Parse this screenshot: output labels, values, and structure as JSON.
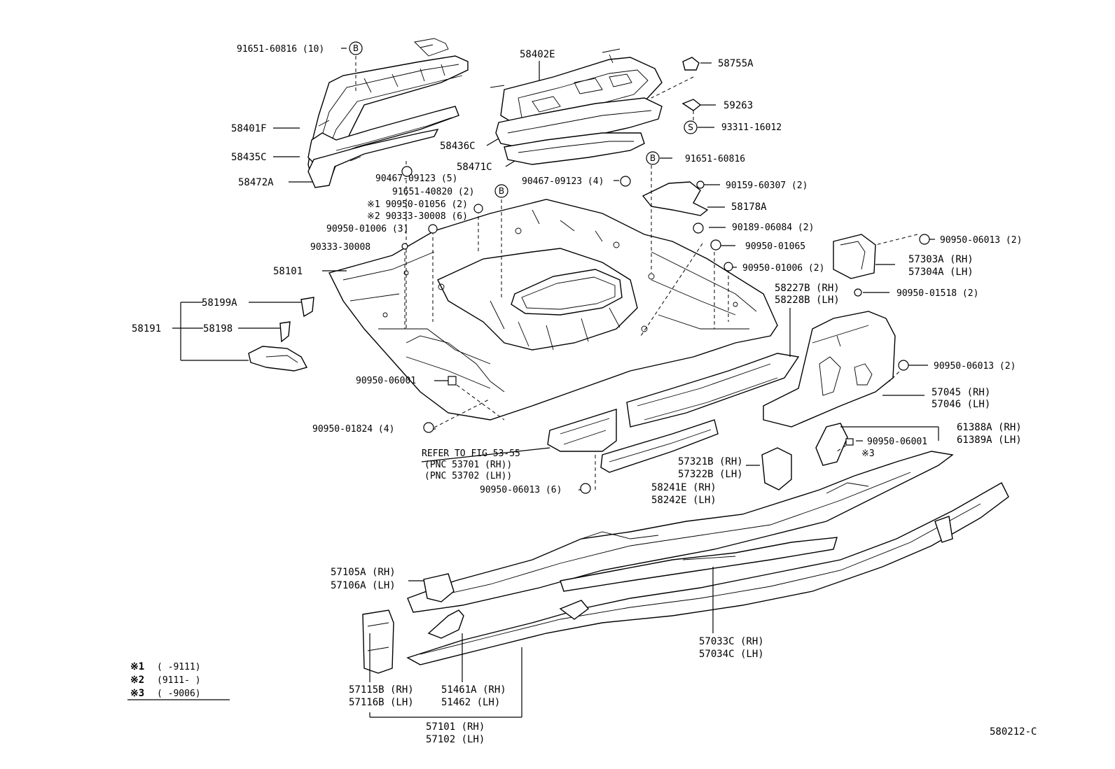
{
  "diagram_code": "580212-C",
  "symbols": {
    "b": "B",
    "s": "S"
  },
  "labels": {
    "c_91651_60816_10": "91651-60816 (10)",
    "c_58401F": "58401F",
    "c_58435C": "58435C",
    "c_58472A": "58472A",
    "c_90467_09123_5": "90467-09123 (5)",
    "c_91651_40820_2": "91651-40820 (2)",
    "c_90950_01056_2": "※1 90950-01056 (2)",
    "c_90333_30008_6": "※2 90333-30008 (6)",
    "c_90950_01006_3": "90950-01006 (3)",
    "c_90333_30008": "90333-30008",
    "c_58101": "58101",
    "c_58199A": "58199A",
    "c_58191": "58191",
    "c_58198": "58198",
    "c_58402E": "58402E",
    "c_58436C": "58436C",
    "c_58471C": "58471C",
    "c_90467_09123_4": "90467-09123 (4)",
    "c_58755A": "58755A",
    "c_59263": "59263",
    "c_93311_16012": "93311-16012",
    "c_91651_60816": "91651-60816",
    "c_90159_60307_2": "90159-60307 (2)",
    "c_58178A": "58178A",
    "c_90189_06084_2": "90189-06084 (2)",
    "c_90950_01065": "90950-01065",
    "c_90950_01006_2": "90950-01006 (2)",
    "c_90950_06013_2a": "90950-06013 (2)",
    "c_57303A": "57303A (RH)",
    "c_57304A": "57304A (LH)",
    "c_58227B": "58227B (RH)",
    "c_58228B": "58228B (LH)",
    "c_90950_01518_2": "90950-01518 (2)",
    "c_90950_06013_2b": "90950-06013 (2)",
    "c_57045": "57045 (RH)",
    "c_57046": "57046 (LH)",
    "c_61388A": "61388A (RH)",
    "c_61389A": "61389A (LH)",
    "c_90950_06001_b": "90950-06001",
    "c_note3": "※3",
    "c_90950_06001_a": "90950-06001",
    "c_90950_01824_4": "90950-01824 (4)",
    "c_refer": "REFER TO FIG 53-55",
    "c_pnc_rh": "(PNC 53701 (RH))",
    "c_pnc_lh": "(PNC 53702 (LH))",
    "c_90950_06013_6": "90950-06013 (6)",
    "c_57321B": "57321B (RH)",
    "c_57322B": "57322B (LH)",
    "c_58241E": "58241E (RH)",
    "c_58242E": "58242E (LH)",
    "c_57105A": "57105A (RH)",
    "c_57106A": "57106A (LH)",
    "c_57033C": "57033C (RH)",
    "c_57034C": "57034C (LH)",
    "c_57115B": "57115B (RH)",
    "c_57116B": "57116B (LH)",
    "c_51461A": "51461A (RH)",
    "c_51462": "51462   (LH)",
    "c_57101": "57101 (RH)",
    "c_57102": "57102 (LH)"
  },
  "legend": [
    {
      "mark": "※1",
      "range": "(      -9111)"
    },
    {
      "mark": "※2",
      "range": "(9111-      )"
    },
    {
      "mark": "※3",
      "range": "(      -9006)"
    }
  ]
}
